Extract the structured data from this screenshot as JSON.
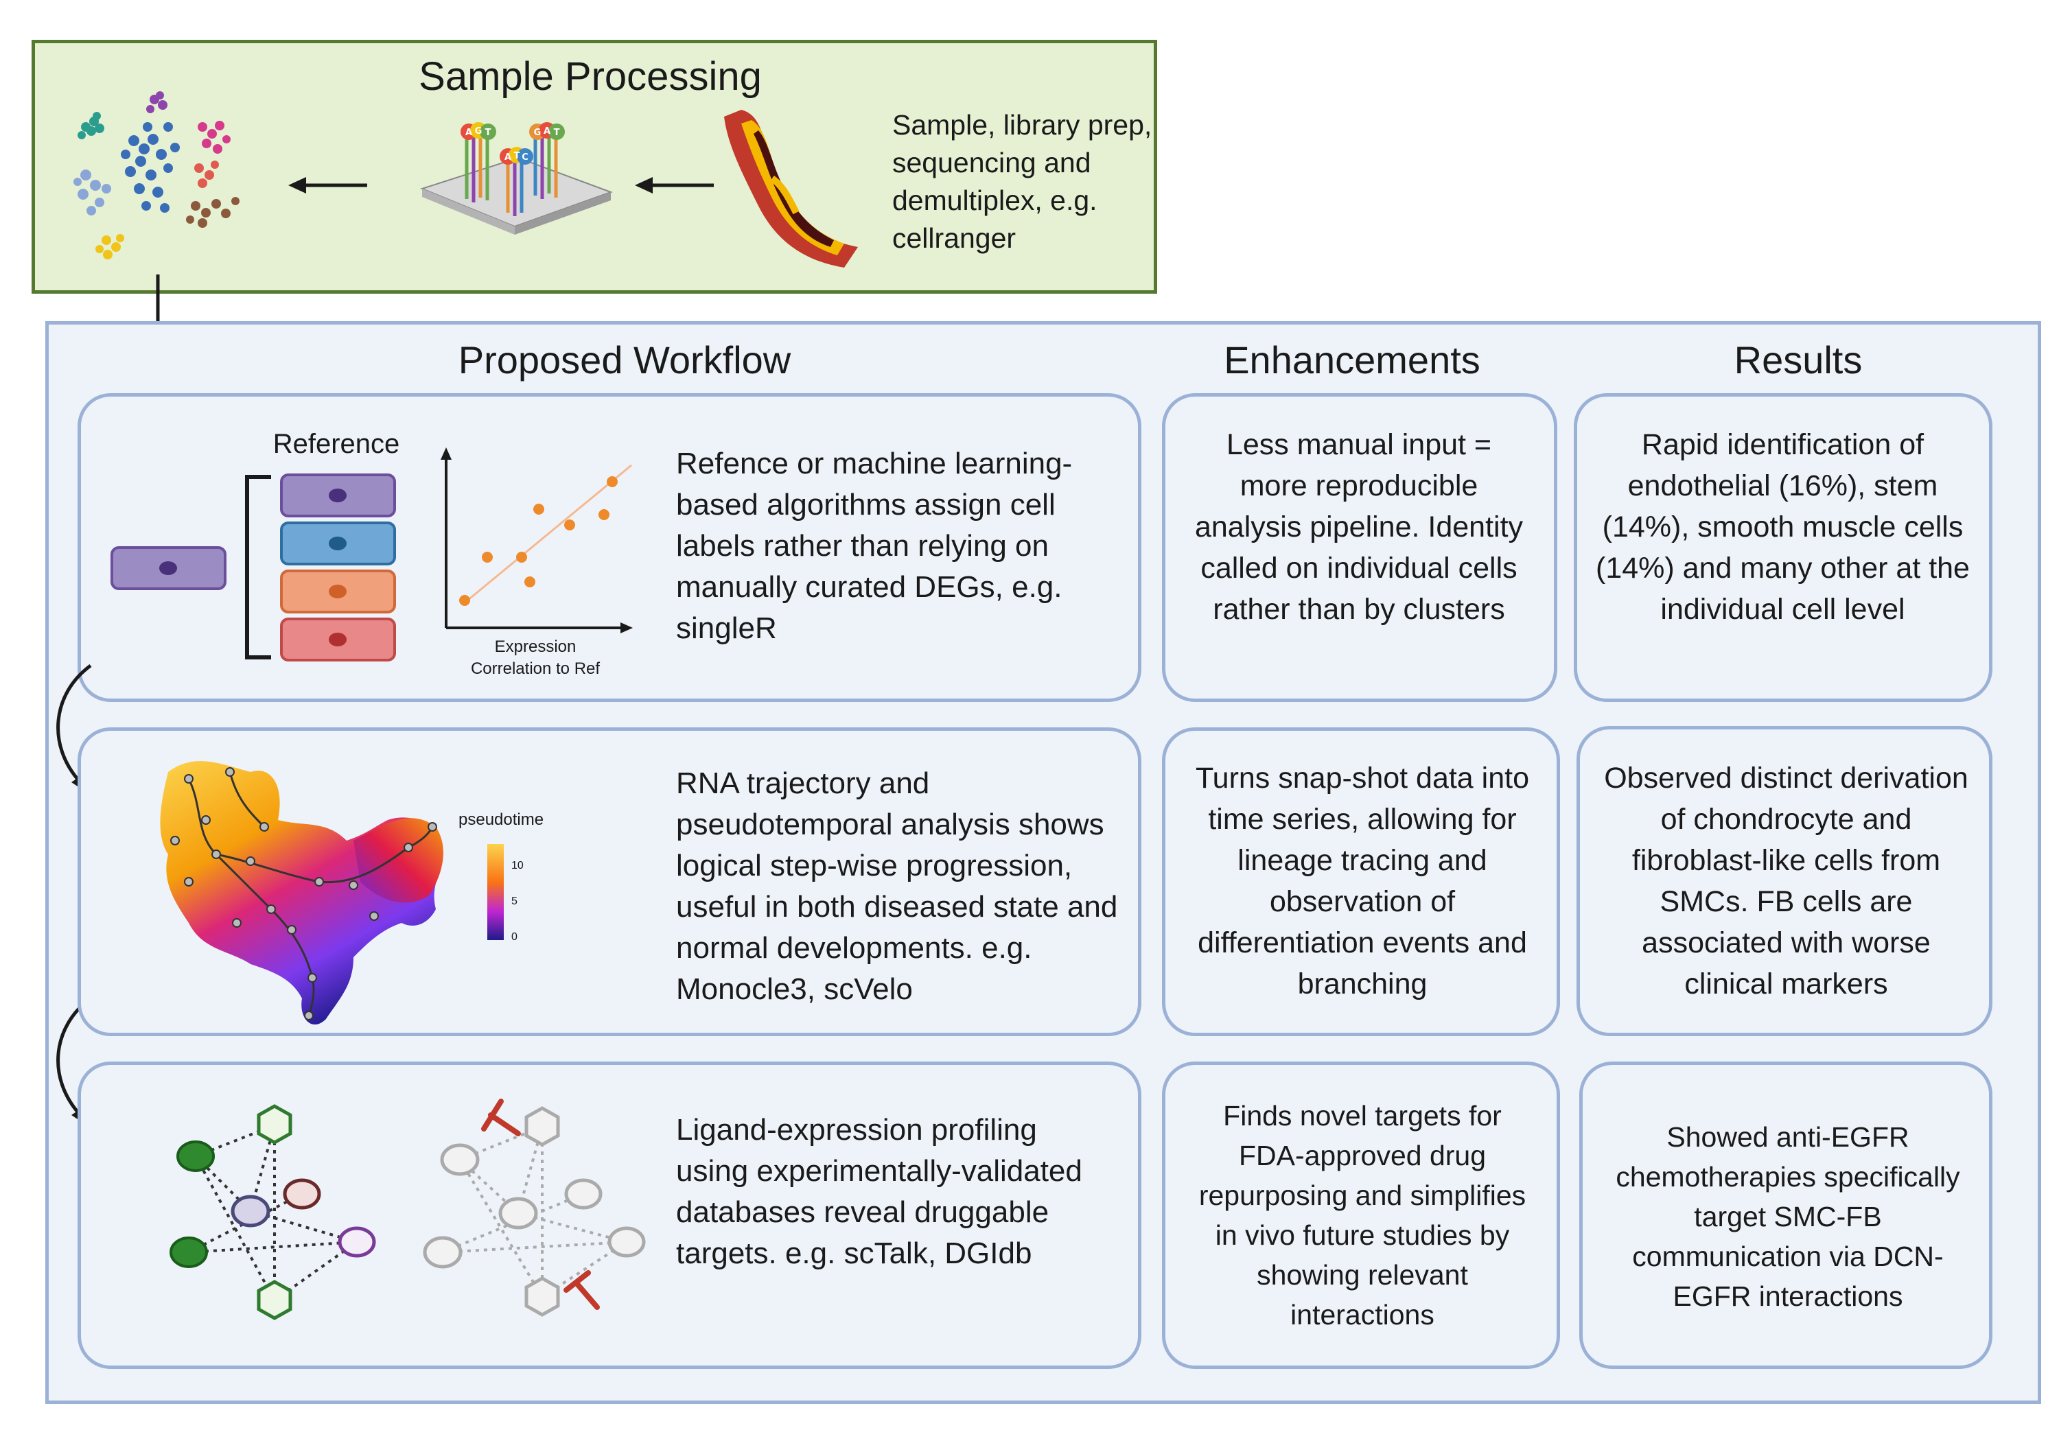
{
  "sample_processing": {
    "title": "Sample Processing",
    "description": "Sample, library prep, sequencing and demultiplex, e.g. cellranger"
  },
  "workflow": {
    "headers": {
      "proposed": "Proposed Workflow",
      "enhancements": "Enhancements",
      "results": "Results"
    },
    "rows": [
      {
        "workflow_text": "Refence or machine learning-based algorithms assign cell labels rather than relying on manually curated DEGs, e.g. singleR",
        "enhancement": "Less manual input = more reproducible analysis pipeline. Identity called on individual cells rather than by clusters",
        "result": "Rapid identification of endothelial (16%), stem (14%), smooth muscle cells (14%) and many other at the individual cell level"
      },
      {
        "workflow_text": "RNA trajectory and pseudotemporal analysis shows logical step-wise progression, useful in both diseased state and normal developments. e.g. Monocle3, scVelo",
        "enhancement": "Turns snap-shot data into time series, allowing for lineage tracing and observation of differentiation events and branching",
        "result": "Observed distinct derivation of chondrocyte and fibroblast-like cells from SMCs. FB cells are associated with worse clinical markers"
      },
      {
        "workflow_text": "Ligand-expression profiling using experimentally-validated databases reveal druggable targets. e.g. scTalk, DGIdb",
        "enhancement": "Finds novel targets for FDA-approved drug repurposing and simplifies in vivo future studies by showing relevant interactions",
        "result": "Showed anti-EGFR chemotherapies specifically target SMC-FB communication via DCN-EGFR interactions"
      }
    ]
  },
  "reference_panel": {
    "label": "Reference",
    "xlabel_line1": "Expression",
    "xlabel_line2": "Correlation to Ref"
  },
  "pseudotime": {
    "label": "pseudotime",
    "ticks": [
      "10",
      "5",
      "0"
    ]
  },
  "sequencing_letters": {
    "probe_a": [
      "A",
      "G",
      "T"
    ],
    "probe_b": [
      "A",
      "T",
      "C"
    ],
    "probe_c": [
      "G",
      "A",
      "T"
    ]
  },
  "colors": {
    "sample_fill": "#e5f1d2",
    "sample_border": "#55792f",
    "workflow_fill": "#eef3fa",
    "workflow_border": "#9bb1d6",
    "orange_points": "#ee8a2a",
    "inhibitor_red": "#c0392b",
    "node_green": "#2f8a2f"
  }
}
